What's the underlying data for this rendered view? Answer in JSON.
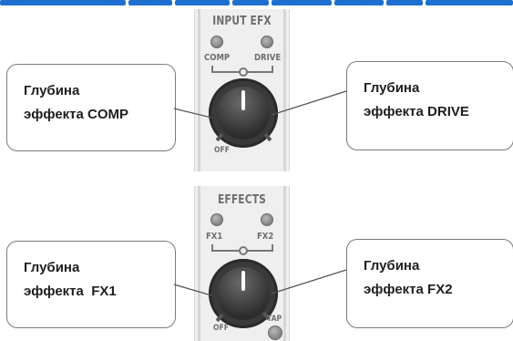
{
  "top_panel": {
    "title": "INPUT EFX",
    "left_label": "COMP",
    "right_label": "DRIVE",
    "off_label": "OFF"
  },
  "bottom_panel": {
    "title": "EFFECTS",
    "left_label": "FX1",
    "right_label": "FX2",
    "off_label": "OFF",
    "tap_label": "TAP"
  },
  "callouts": {
    "comp": {
      "line1": "Глубина",
      "line2": "эффекта COMP"
    },
    "drive": {
      "line1": "Глубина",
      "line2": "эффекта DRIVE"
    },
    "fx1": {
      "line1": "Глубина",
      "line2": "эффекта  FX1"
    },
    "fx2": {
      "line1": "Глубина",
      "line2": "эффекта FX2"
    }
  },
  "colors": {
    "panel": "#efefef",
    "knob": "#2e2e2e",
    "top_rule": "#1f6fd0",
    "callout_border": "#7a7a7a"
  }
}
